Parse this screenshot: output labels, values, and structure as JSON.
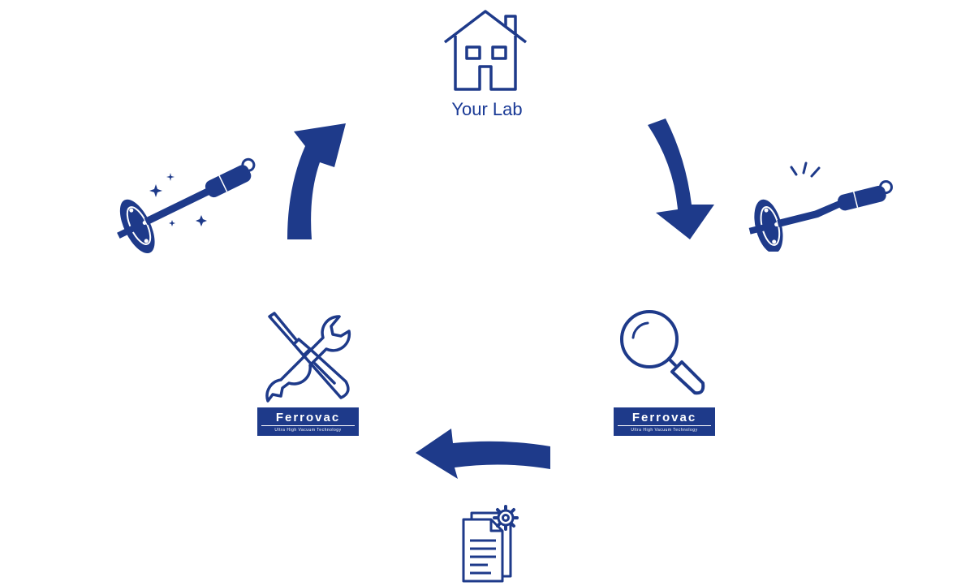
{
  "lab": {
    "label": "Your Lab"
  },
  "badges": {
    "repair": {
      "brand": "Ferrovac",
      "tagline": "Ultra High Vacuum Technology"
    },
    "inspect": {
      "brand": "Ferrovac",
      "tagline": "Ultra High Vacuum Technology"
    }
  },
  "colors": {
    "primary": "#1e3a8a",
    "background": "#ffffff"
  },
  "icons": [
    "house-icon",
    "broken-manipulator-icon",
    "magnifier-icon",
    "document-gear-icon",
    "tools-icon",
    "repaired-manipulator-icon"
  ]
}
